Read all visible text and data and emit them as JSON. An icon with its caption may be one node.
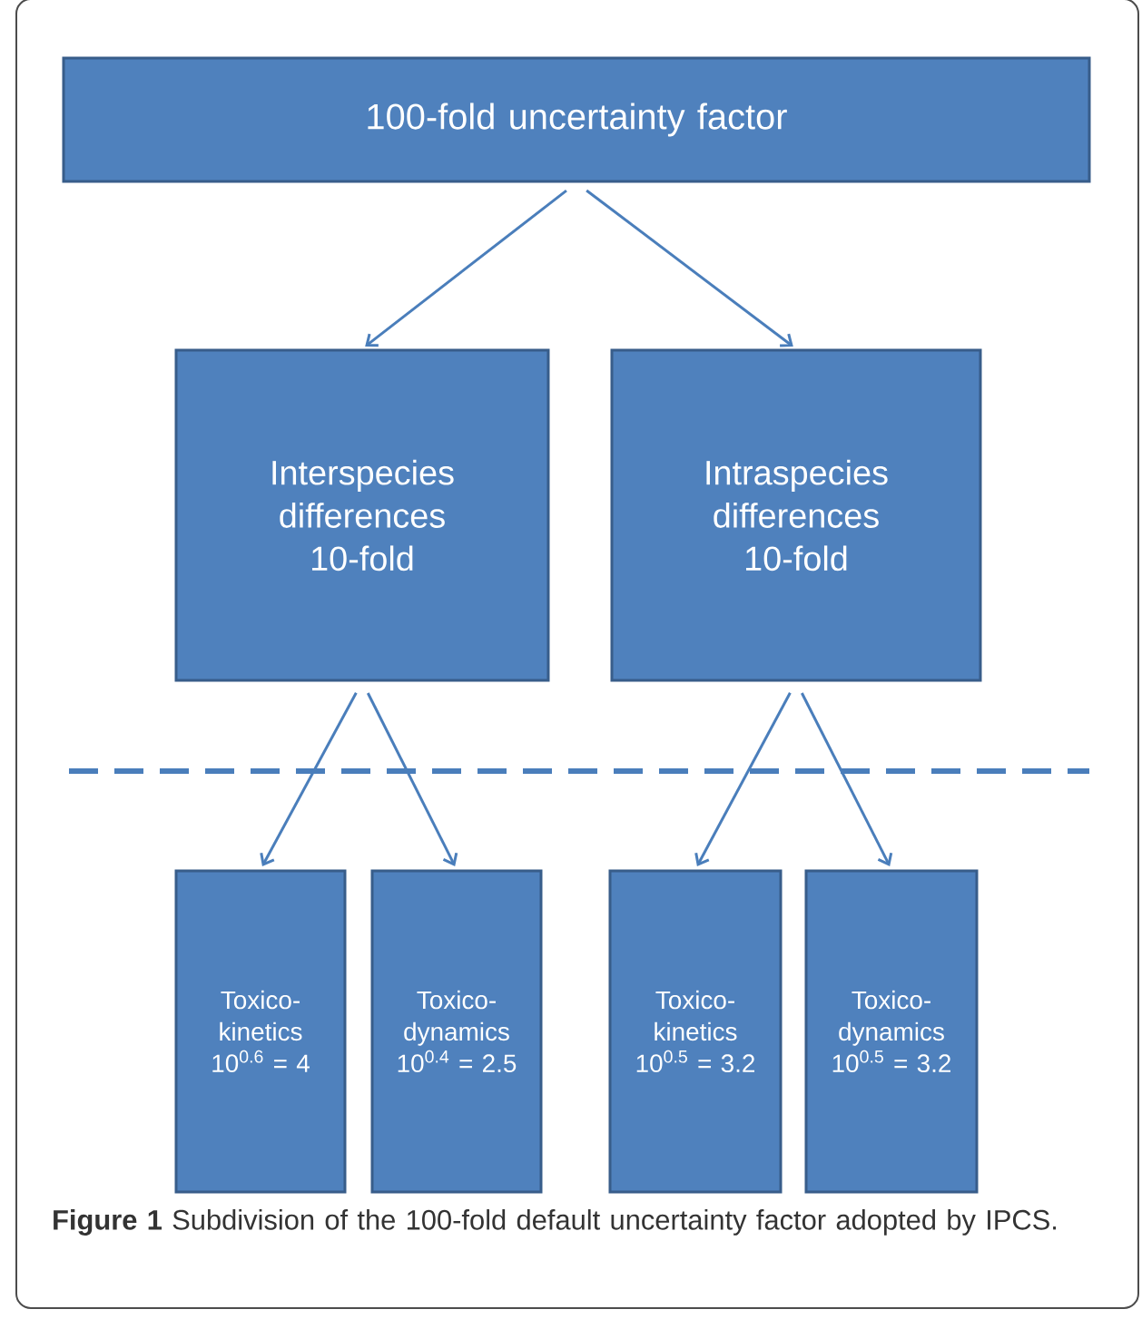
{
  "diagram": {
    "caption": "**Figure 1** Subdivision of the 100-fold default uncertainty factor adopted by IPCS.",
    "nodes": [
      {
        "text": [
          "100-fold uncertainty factor"
        ]
      },
      {
        "text": [
          "Interspecies differences 10-fold"
        ]
      },
      {
        "text": [
          "Intraspecies differences 10-fold"
        ]
      },
      {
        "text": [
          "Toxico-kinetics 10$^{0.6}$ = 4"
        ]
      },
      {
        "text": [
          "Toxico-dynamics 10$^{0.4}$ = 2.5"
        ]
      },
      {
        "text": [
          "Toxico-kinetics 10$^{0.5}$ = 3.2"
        ]
      },
      {
        "text": [
          "Toxico-dynamics 10$^{0.5}$ = 3.2"
        ]
      }
    ],
    "edges": [
      {
        "from": 0,
        "to": 1,
        "arrow": "to"
      },
      {
        "from": 0,
        "to": 2,
        "arrow": "to"
      },
      {
        "from": 1,
        "to": 3,
        "arrow": "to"
      },
      {
        "from": 1,
        "to": 4,
        "arrow": "to"
      },
      {
        "from": 2,
        "to": 5,
        "arrow": "to"
      },
      {
        "from": 2,
        "to": 6,
        "arrow": "to"
      }
    ]
  }
}
